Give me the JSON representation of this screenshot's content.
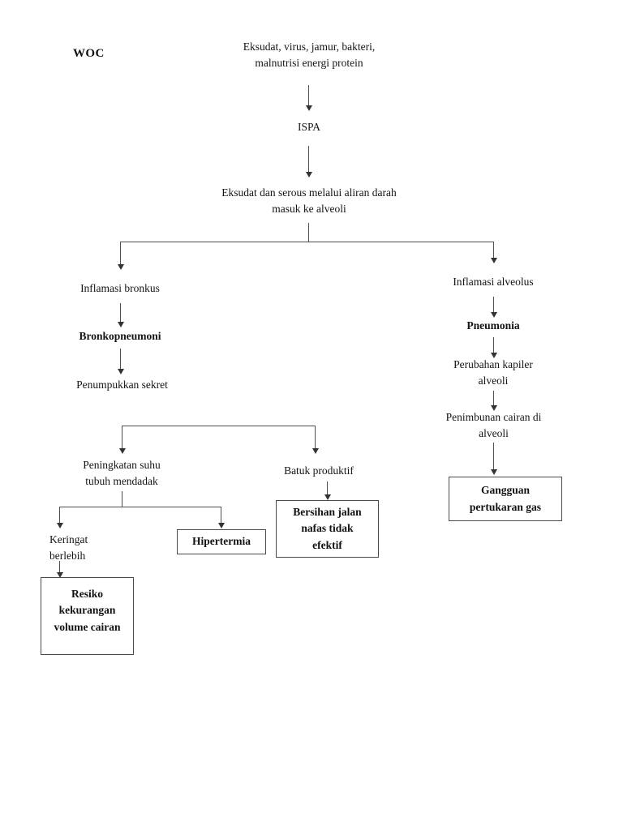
{
  "document": {
    "title_label": "WOC"
  },
  "nodes": {
    "cause": "Eksudat, virus, jamur, bakteri,\nmalnutrisi energi protein",
    "ispa": "ISPA",
    "eksudat_serous": "Eksudat dan serous melalui aliran darah\nmasuk ke alveoli",
    "inflamasi_bronkus": "Inflamasi bronkus",
    "bronkopneumoni": "Bronkopneumoni",
    "penumpukkan_sekret": "Penumpukkan sekret",
    "peningkatan_suhu": "Peningkatan suhu\ntubuh mendadak",
    "batuk_produktif": "Batuk produktif",
    "keringat_berlebih": "Keringat\nberlebih",
    "inflamasi_alveolus": "Inflamasi alveolus",
    "pneumonia": "Pneumonia",
    "perubahan_kapiler": "Perubahan kapiler\nalveoli",
    "penimbunan_cairan": "Penimbunan cairan di\nalveoli"
  },
  "diagnoses": {
    "hipertermia": "Hipertermia",
    "bersihan_jalan_nafas": "Bersihan jalan\nnafas tidak\nefektif",
    "resiko_kekurangan": "Resiko\nkekurangan\nvolume cairan",
    "gangguan_pertukaran": "Gangguan\npertukaran gas"
  },
  "style": {
    "line_color": "#4f4f4f",
    "text_color": "#141414",
    "background": "#ffffff"
  }
}
